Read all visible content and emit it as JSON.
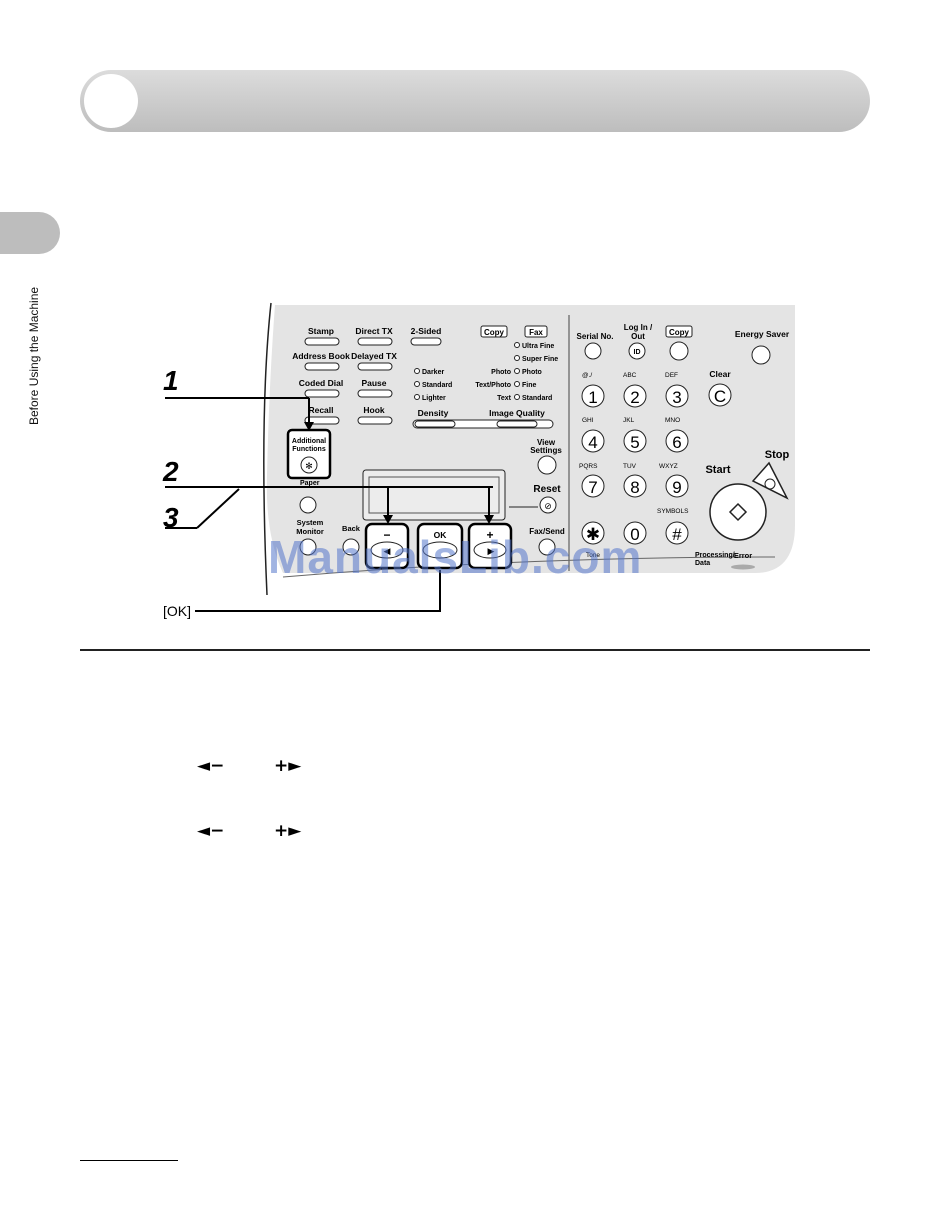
{
  "side_tab": {
    "label": "Before Using the Machine"
  },
  "callouts": {
    "step1": "1",
    "step2": "2",
    "step3": "3",
    "ok": "[OK]"
  },
  "panel": {
    "left_buttons": [
      "Stamp",
      "Direct TX",
      "2-Sided",
      "Address Book",
      "Delayed TX",
      "Coded Dial",
      "Pause",
      "Recall",
      "Hook"
    ],
    "copy_tag": "Copy",
    "fax_tag": "Fax",
    "resolution": [
      "Ultra Fine",
      "Super Fine",
      "Photo",
      "Fine",
      "Standard"
    ],
    "resolution_labels": [
      "Photo",
      "Text/Photo",
      "Text"
    ],
    "density_options": [
      "Darker",
      "Standard",
      "Lighter"
    ],
    "density": "Density",
    "image_quality": "Image Quality",
    "additional_functions": [
      "Additional",
      "Functions"
    ],
    "paper": "Paper",
    "system_monitor": [
      "System",
      "Monitor"
    ],
    "back": "Back",
    "view_settings": [
      "View",
      "Settings"
    ],
    "reset": "Reset",
    "fax_send": "Fax/Send",
    "ok_key": "OK",
    "minus_key": "−",
    "plus_key": "+",
    "serial_no": "Serial No.",
    "log_in_out": [
      "Log In /",
      "Out"
    ],
    "copy_key": "Copy",
    "energy_saver": "Energy Saver",
    "clear": "Clear",
    "start": "Start",
    "stop": "Stop",
    "error": "Error",
    "processing": [
      "Processing/",
      "Data"
    ],
    "symbols": "SYMBOLS",
    "keypad": [
      {
        "digit": "1",
        "letters": "@./"
      },
      {
        "digit": "2",
        "letters": "ABC"
      },
      {
        "digit": "3",
        "letters": "DEF"
      },
      {
        "digit": "4",
        "letters": "GHI"
      },
      {
        "digit": "5",
        "letters": "JKL"
      },
      {
        "digit": "6",
        "letters": "MNO"
      },
      {
        "digit": "7",
        "letters": "PQRS"
      },
      {
        "digit": "8",
        "letters": "TUV"
      },
      {
        "digit": "9",
        "letters": "WXYZ"
      },
      {
        "digit": "0",
        "letters": ""
      }
    ],
    "star_key": "✱",
    "hash_key": "#",
    "tone": "Tone",
    "id": "ID",
    "clear_key": "C"
  },
  "instructions": {
    "row1": {
      "left": "◄−",
      "right": "+►"
    },
    "row2": {
      "left": "◄−",
      "right": "+►"
    }
  },
  "watermark": "ManualsLib.com"
}
